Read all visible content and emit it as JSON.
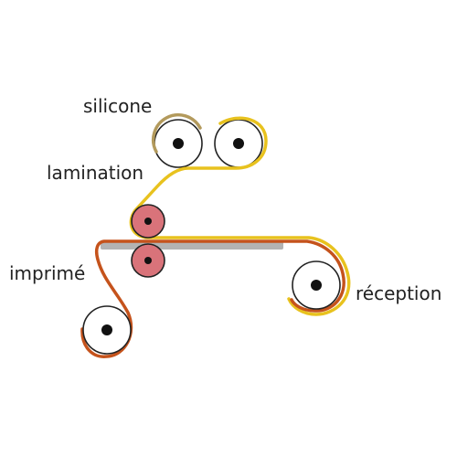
{
  "labels": {
    "silicone": "silicone",
    "lamination": "lamination",
    "imprime": "imprimé",
    "reception": "réception"
  },
  "colors": {
    "silicone_liner": "#b39a5c",
    "lamination_film": "#e8c21e",
    "printed_web": "#c5531c",
    "nip_roller": "#d9737a",
    "platen": "#b3b3b3",
    "roll_core": "#111111",
    "roll_outline": "#222222"
  }
}
